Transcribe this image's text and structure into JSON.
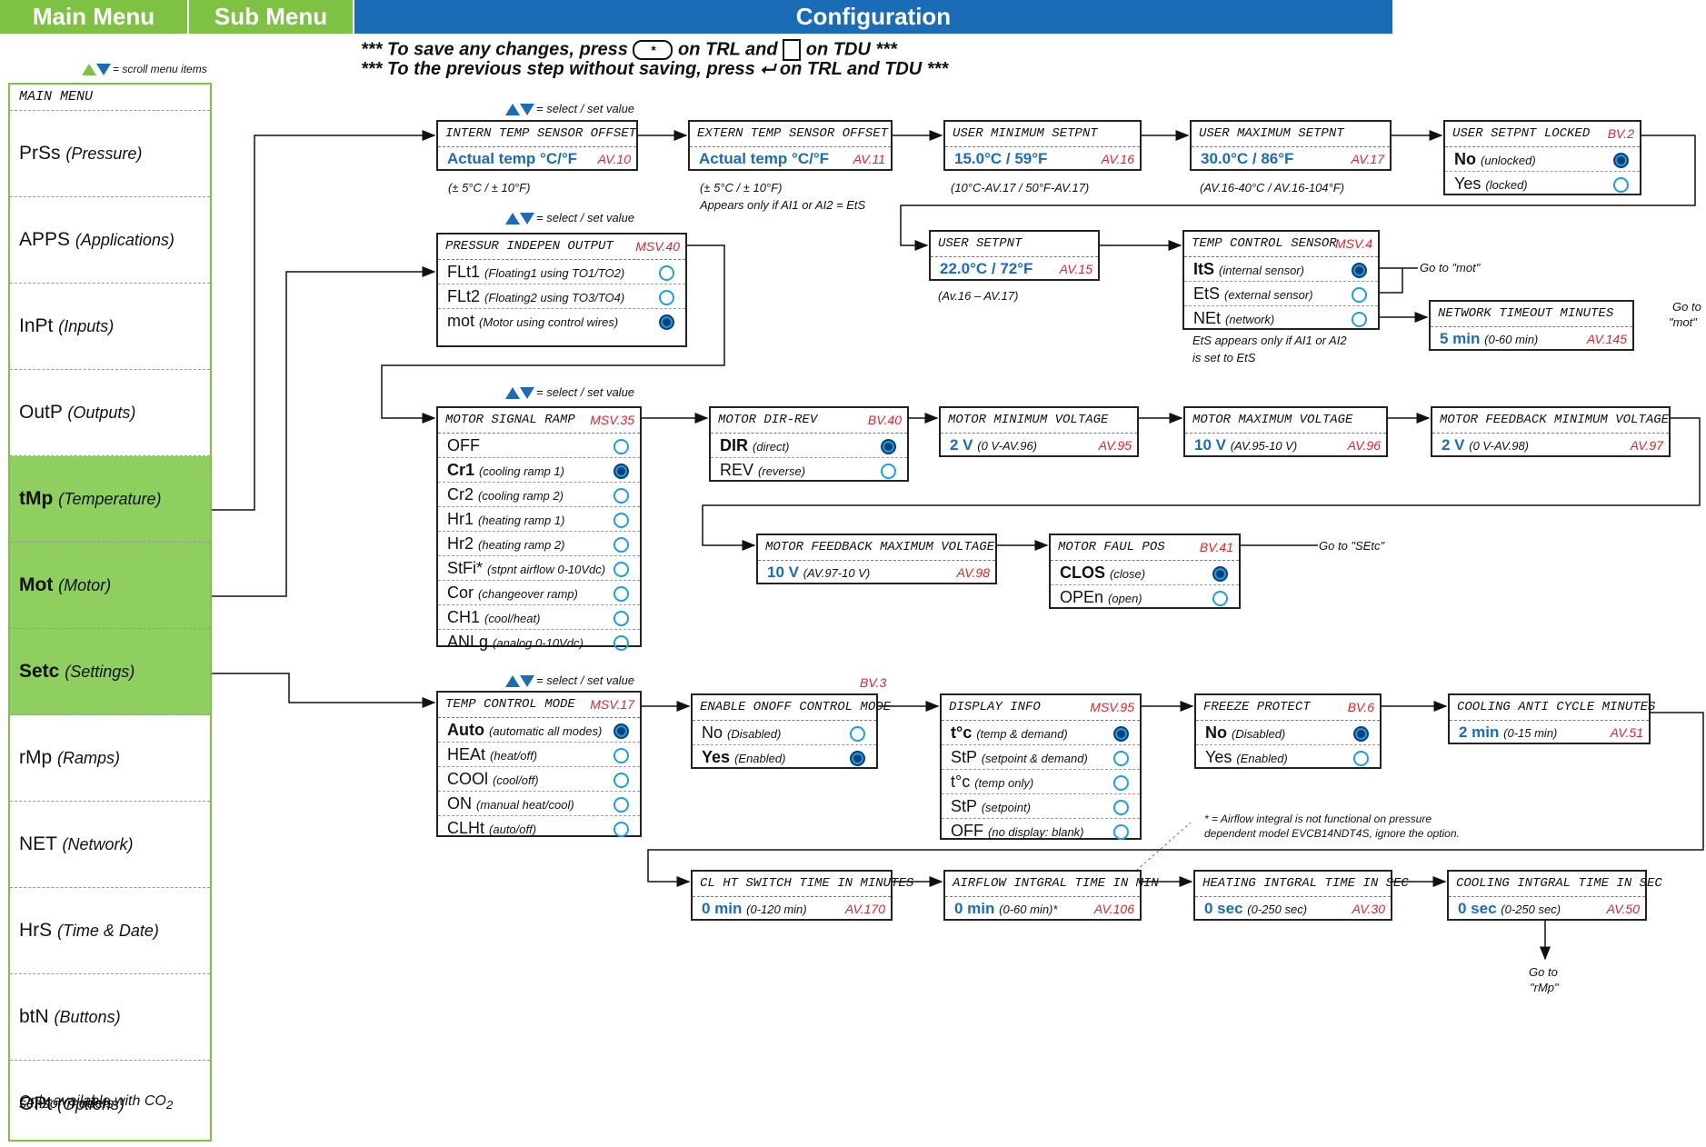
{
  "header": {
    "main_menu": "Main Menu",
    "sub_menu": "Sub Menu",
    "configuration": "Configuration"
  },
  "instructions": {
    "save": [
      "*** To save any changes, press",
      "on TRL and",
      "on TDU ***"
    ],
    "back": [
      "*** To the previous step without saving, press",
      "on TRL and TDU ***"
    ],
    "save_key": "*"
  },
  "scroll_note": "= scroll menu items",
  "select_note": "= select / set value",
  "main_menu": {
    "title": "MAIN MENU",
    "items": [
      {
        "code": "PrSs",
        "desc": "(Pressure)"
      },
      {
        "code": "APPS",
        "desc": "(Applications)"
      },
      {
        "code": "InPt",
        "desc": "(Inputs)"
      },
      {
        "code": "OutP",
        "desc": "(Outputs)"
      },
      {
        "code": "tMp",
        "desc": "(Temperature)"
      },
      {
        "code": "Mot",
        "desc": "(Motor)"
      },
      {
        "code": "Setc",
        "desc": "(Settings)"
      },
      {
        "code": "rMp",
        "desc": "(Ramps)"
      },
      {
        "code": "NET",
        "desc": "(Network)"
      },
      {
        "code": "HrS",
        "desc": "(Time & Date)"
      },
      {
        "code": "btN",
        "desc": "(Buttons)"
      },
      {
        "code": "OPt",
        "desc": "(Options)",
        "note1": "Only available with CO",
        "note_sub": "2",
        "note2": "sensor models"
      }
    ]
  },
  "boxes": {
    "intern": {
      "title": "Intern temp sensor offset",
      "value": "Actual temp °C/°F",
      "id": "AV.10",
      "note": "(± 5°C / ± 10°F)"
    },
    "extern": {
      "title": "Extern temp sensor offset",
      "value": "Actual temp °C/°F",
      "id": "AV.11",
      "note1": "(± 5°C / ± 10°F)",
      "note2": "Appears only if AI1 or AI2  = EtS"
    },
    "usermin": {
      "title": "User minimum setpnt",
      "value": "15.0°C / 59°F",
      "id": "AV.16",
      "note": "(10°C-AV.17 / 50°F-AV.17)"
    },
    "usermax": {
      "title": "User maximum setpnt",
      "value": "30.0°C / 86°F",
      "id": "AV.17",
      "note": "(AV.16-40°C / AV.16-104°F)"
    },
    "locked": {
      "title": "User setpnt locked",
      "id": "BV.2",
      "options": [
        {
          "label": "No",
          "desc": "(unlocked)"
        },
        {
          "label": "Yes",
          "desc": "(locked)"
        }
      ]
    },
    "usersp": {
      "title": "User setpnt",
      "value": "22.0°C / 72°F",
      "id": "AV.15",
      "note": "(Av.16 – AV.17)"
    },
    "tempctrl": {
      "title": "Temp control sensor",
      "id": "MSV.4",
      "options": [
        {
          "label": "ItS",
          "desc": "(internal sensor)"
        },
        {
          "label": "EtS",
          "desc": "(external sensor)"
        },
        {
          "label": "NEt",
          "desc": "(network)"
        }
      ],
      "note1": "EtS appears only if AI1 or AI2",
      "note2": "is set to EtS",
      "goto": "Go to \"mot\""
    },
    "nettimeout": {
      "title": "Network timeout minutes",
      "value": "5 min",
      "range": "(0-60 min)",
      "id": "AV.145",
      "goto1": "Go to",
      "goto2": "\"mot\""
    },
    "pressur": {
      "title": "Pressur indepen output",
      "id": "MSV.40",
      "options": [
        {
          "label": "FLt1",
          "desc": "(Floating1 using TO1/TO2)"
        },
        {
          "label": "FLt2",
          "desc": "(Floating2 using TO3/TO4)"
        },
        {
          "label": "mot",
          "desc": "(Motor using control wires)"
        }
      ]
    },
    "ramp": {
      "title": "Motor signal ramp",
      "id": "MSV.35",
      "options": [
        {
          "label": "OFF",
          "desc": ""
        },
        {
          "label": "Cr1",
          "desc": "(cooling ramp 1)"
        },
        {
          "label": "Cr2",
          "desc": "(cooling ramp 2)"
        },
        {
          "label": "Hr1",
          "desc": "(heating ramp 1)"
        },
        {
          "label": "Hr2",
          "desc": "(heating ramp 2)"
        },
        {
          "label": "StFi*",
          "desc": "(stpnt airflow 0-10Vdc)"
        },
        {
          "label": "Cor",
          "desc": "(changeover ramp)"
        },
        {
          "label": "CH1",
          "desc": "(cool/heat)"
        },
        {
          "label": "ANLg",
          "desc": "(analog 0-10Vdc)"
        }
      ]
    },
    "dirrev": {
      "title": "Motor  dir-rev",
      "id": "BV.40",
      "options": [
        {
          "label": "DIR",
          "desc": "(direct)"
        },
        {
          "label": "REV",
          "desc": "(reverse)"
        }
      ]
    },
    "minvolt": {
      "title": "Motor minimum voltage",
      "value": "2 V",
      "range": "(0 V-AV.96)",
      "id": "AV.95"
    },
    "maxvolt": {
      "title": "Motor maximum voltage",
      "value": "10 V",
      "range": "(AV.95-10 V)",
      "id": "AV.96"
    },
    "fbmin": {
      "title": "Motor feedback minimum voltage",
      "value": "2 V",
      "range": "(0 V-AV.98)",
      "id": "AV.97"
    },
    "fbmax": {
      "title": "Motor feedback maximum voltage",
      "value": "10 V",
      "range": "(AV.97-10 V)",
      "id": "AV.98"
    },
    "faul": {
      "title": "Motor faul pos",
      "id": "BV.41",
      "options": [
        {
          "label": "CLOS",
          "desc": "(close)"
        },
        {
          "label": "OPEn",
          "desc": "(open)"
        }
      ],
      "goto": "Go to \"SEtc\""
    },
    "tcmode": {
      "title": "Temp control mode",
      "id": "MSV.17",
      "options": [
        {
          "label": "Auto",
          "desc": "(automatic all modes)"
        },
        {
          "label": "HEAt",
          "desc": "(heat/off)"
        },
        {
          "label": "COOl",
          "desc": "(cool/off)"
        },
        {
          "label": "ON",
          "desc": "(manual heat/cool)"
        },
        {
          "label": "CLHt",
          "desc": "(auto/off)"
        }
      ]
    },
    "onoff": {
      "title": "Enable onoff control mode",
      "id": "BV.3",
      "options": [
        {
          "label": "No",
          "desc": "(Disabled)"
        },
        {
          "label": "Yes",
          "desc": "(Enabled)"
        }
      ]
    },
    "display": {
      "title": "Display info",
      "id": "MSV.95",
      "options": [
        {
          "label": "t°c",
          "desc": "(temp & demand)"
        },
        {
          "label": "StP",
          "desc": "(setpoint & demand)"
        },
        {
          "label": "t°c",
          "desc": "(temp only)"
        },
        {
          "label": "StP",
          "desc": "(setpoint)"
        },
        {
          "label": "OFF",
          "desc": "(no display: blank)"
        }
      ]
    },
    "freeze": {
      "title": "Freeze protect",
      "id": "BV.6",
      "options": [
        {
          "label": "No",
          "desc": "(Disabled)"
        },
        {
          "label": "Yes",
          "desc": "(Enabled)"
        }
      ]
    },
    "anticycle": {
      "title": "Cooling anti cycle minutes",
      "value": "2 min",
      "range": "(0-15 min)",
      "id": "AV.51"
    },
    "clht": {
      "title": "CL HT switch time in minutes",
      "value": "0 min",
      "range": "(0-120 min)",
      "id": "AV.170"
    },
    "airflow": {
      "title": "Airflow intgral time in min",
      "value": "0 min",
      "range": "(0-60 min)*",
      "id": "AV.106"
    },
    "heating": {
      "title": "Heating intgral time in sec",
      "value": "0 sec",
      "range": "(0-250 sec)",
      "id": "AV.30"
    },
    "cooling": {
      "title": "Cooling intgral time in sec",
      "value": "0 sec",
      "range": "(0-250 sec)",
      "id": "AV.50",
      "goto1": "Go to",
      "goto2": "\"rMp\""
    }
  },
  "footnote": {
    "line1": "* = Airflow integral is not functional on pressure",
    "line2": "dependent model EVCB14NDT4S, ignore the option."
  },
  "colors": {
    "green": "#7dc243",
    "blue": "#1b6cb6",
    "red": "#e2232a",
    "active_menu": "#8fcf5f"
  }
}
